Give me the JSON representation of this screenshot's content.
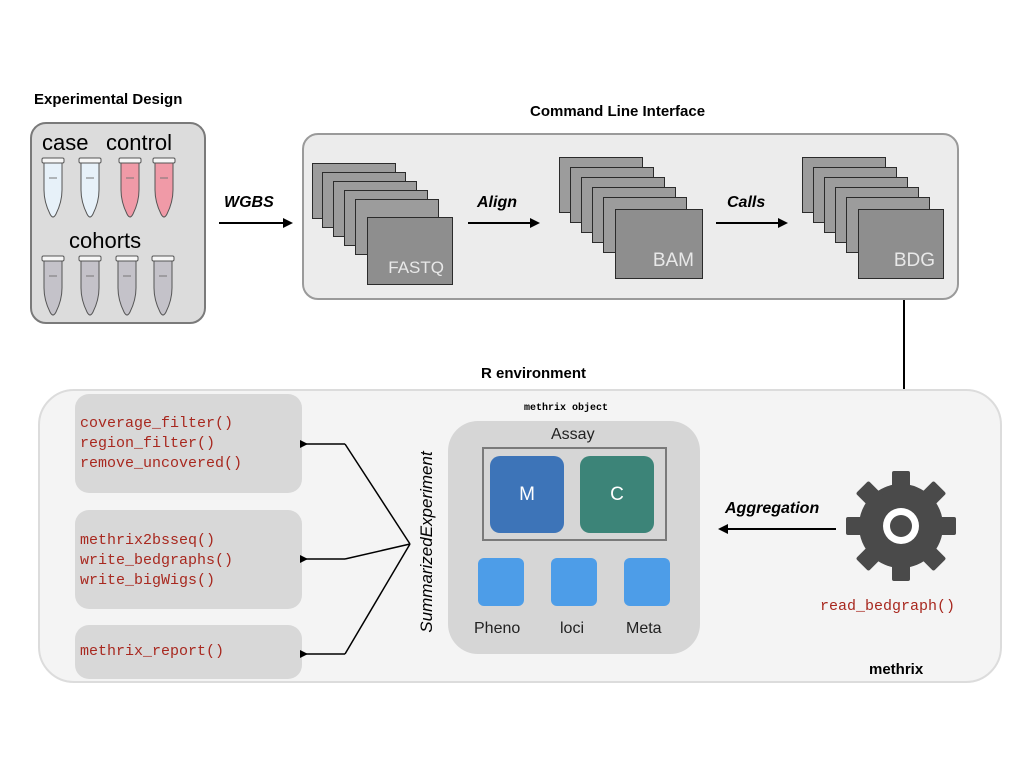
{
  "experimental_design": {
    "title": "Experimental Design",
    "case_label": "case",
    "control_label": "control",
    "cohorts_label": "cohorts"
  },
  "cli": {
    "title": "Command Line Interface",
    "fastq_label": "FASTQ",
    "bam_label": "BAM",
    "bdg_label": "BDG"
  },
  "arrows": {
    "wgbs": "WGBS",
    "align": "Align",
    "calls": "Calls",
    "aggregation": "Aggregation"
  },
  "r_env": {
    "title": "R environment",
    "package_label": "methrix",
    "read_function": "read_bedgraph()",
    "function_groups": [
      [
        "coverage_filter()",
        "region_filter()",
        "remove_uncovered()"
      ],
      [
        "methrix2bsseq()",
        "write_bedgraphs()",
        "write_bigWigs()"
      ],
      [
        "methrix_report()"
      ]
    ],
    "summarized_label": "SummarizedExperiment",
    "object_title": "methrix object",
    "assay_label": "Assay",
    "m_label": "M",
    "c_label": "C",
    "slots": [
      "Pheno",
      "loci",
      "Meta"
    ]
  },
  "colors": {
    "m_box": "#3d74b8",
    "c_box": "#3c8478",
    "slot_box": "#4d9de8",
    "code_text": "#a8281f",
    "case_tube": "#e7f1f9",
    "control_tube": "#f09aa7",
    "cohort_tube": "#c4c2c9"
  }
}
